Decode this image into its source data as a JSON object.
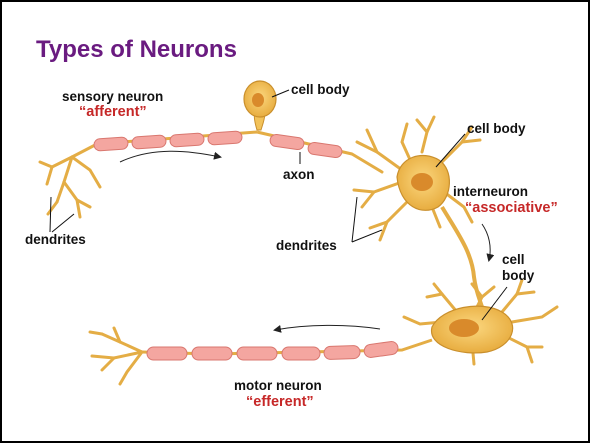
{
  "slide": {
    "title": "Types of Neurons"
  },
  "labels": {
    "sensory_name": "sensory neuron",
    "sensory_type": "“afferent”",
    "cell_body_sensory": "cell body",
    "axon": "axon",
    "dendrites_left": "dendrites",
    "cell_body_inter": "cell body",
    "interneuron_name": "interneuron",
    "interneuron_type": "“associative”",
    "dendrites_middle": "dendrites",
    "cell_body_motor_line1": "cell",
    "cell_body_motor_line2": "body",
    "motor_name": "motor neuron",
    "motor_type": "“efferent”"
  },
  "colors": {
    "title": "#6a1b80",
    "accent_red": "#c62828",
    "neuron_body": "#f2c25a",
    "myelin": "#f4a6a0"
  }
}
